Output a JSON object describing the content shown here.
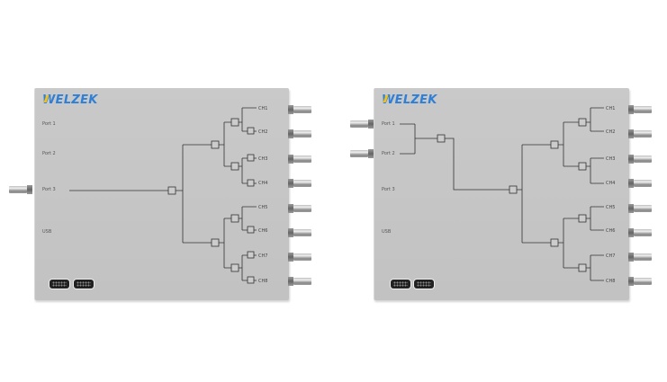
{
  "brand": {
    "logo_text": "WELZEK",
    "logo_first": "W",
    "logo_rest": "ELZEK",
    "logo_color": "#2f7fd6",
    "accent_color": "#f2c21a"
  },
  "devices": [
    {
      "id": "1x8",
      "description": "1 input (Port 3) to 8 outputs",
      "labels": {
        "port1": "Port 1",
        "port2": "Port 2",
        "port3": "Port 3",
        "usb": "USB"
      },
      "active_inputs": [
        "Port 3"
      ],
      "channels": [
        "CH1",
        "CH2",
        "CH3",
        "CH4",
        "CH5",
        "CH6",
        "CH7",
        "CH8"
      ]
    },
    {
      "id": "2x8",
      "description": "2 inputs (Port 1, Port 2) combined to 8 outputs",
      "labels": {
        "port1": "Port 1",
        "port2": "Port 2",
        "port3": "Port 3",
        "usb": "USB"
      },
      "active_inputs": [
        "Port 1",
        "Port 2"
      ],
      "channels": [
        "CH1",
        "CH2",
        "CH3",
        "CH4",
        "CH5",
        "CH6",
        "CH7",
        "CH8"
      ]
    }
  ]
}
